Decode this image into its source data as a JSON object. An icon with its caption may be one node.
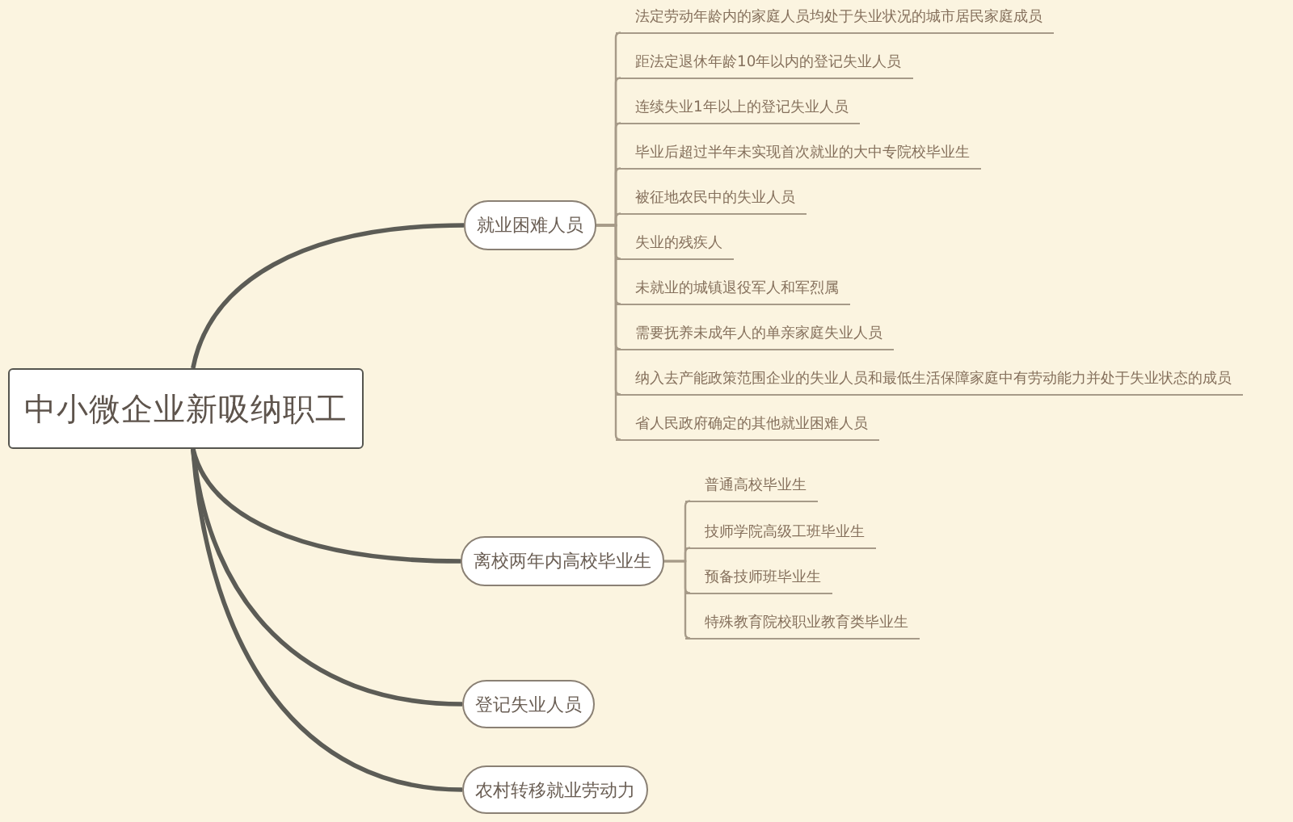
{
  "diagram": {
    "nodes": [
      {
        "text": [
          "中小微企业新吸纳职工"
        ]
      },
      {
        "text": [
          "就业困难人员"
        ]
      },
      {
        "text": [
          "法定劳动年龄内的家庭人员均处于失业状况的城市居民家庭成员"
        ]
      },
      {
        "text": [
          "距法定退休年龄10年以内的登记失业人员"
        ]
      },
      {
        "text": [
          "连续失业1年以上的登记失业人员"
        ]
      },
      {
        "text": [
          "毕业后超过半年未实现首次就业的大中专院校毕业生"
        ]
      },
      {
        "text": [
          "被征地农民中的失业人员"
        ]
      },
      {
        "text": [
          "失业的残疾人"
        ]
      },
      {
        "text": [
          "未就业的城镇退役军人和军烈属"
        ]
      },
      {
        "text": [
          "需要抚养未成年人的单亲家庭失业人员"
        ]
      },
      {
        "text": [
          "纳入去产能政策范围企业的失业人员和最低生活保障家庭中有劳动能力并处于失业状态的成员"
        ]
      },
      {
        "text": [
          "省人民政府确定的其他就业困难人员"
        ]
      },
      {
        "text": [
          "离校两年内高校毕业生"
        ]
      },
      {
        "text": [
          "普通高校毕业生"
        ]
      },
      {
        "text": [
          "技师学院高级工班毕业生"
        ]
      },
      {
        "text": [
          "预备技师班毕业生"
        ]
      },
      {
        "text": [
          "特殊教育院校职业教育类毕业生"
        ]
      },
      {
        "text": [
          "登记失业人员"
        ]
      },
      {
        "text": [
          "农村转移就业劳动力"
        ]
      }
    ],
    "edges": [
      {
        "from": 0,
        "to": 1,
        "arrow": "none",
        "style": "thick",
        "color": "#5c5c56"
      },
      {
        "from": 1,
        "to": 2,
        "arrow": "none"
      },
      {
        "from": 1,
        "to": 3,
        "arrow": "none"
      },
      {
        "from": 1,
        "to": 4,
        "arrow": "none"
      },
      {
        "from": 1,
        "to": 5,
        "arrow": "none"
      },
      {
        "from": 1,
        "to": 6,
        "arrow": "none"
      },
      {
        "from": 1,
        "to": 7,
        "arrow": "none"
      },
      {
        "from": 1,
        "to": 8,
        "arrow": "none"
      },
      {
        "from": 1,
        "to": 9,
        "arrow": "none"
      },
      {
        "from": 1,
        "to": 10,
        "arrow": "none"
      },
      {
        "from": 1,
        "to": 11,
        "arrow": "none"
      },
      {
        "from": 0,
        "to": 12,
        "arrow": "none",
        "style": "thick",
        "color": "#5c5c56"
      },
      {
        "from": 12,
        "to": 13,
        "arrow": "none"
      },
      {
        "from": 12,
        "to": 14,
        "arrow": "none"
      },
      {
        "from": 12,
        "to": 15,
        "arrow": "none"
      },
      {
        "from": 12,
        "to": 16,
        "arrow": "none"
      },
      {
        "from": 0,
        "to": 17,
        "arrow": "none",
        "style": "thick",
        "color": "#5c5c56"
      },
      {
        "from": 0,
        "to": 18,
        "arrow": "none",
        "style": "thick",
        "color": "#5c5c56"
      }
    ]
  }
}
